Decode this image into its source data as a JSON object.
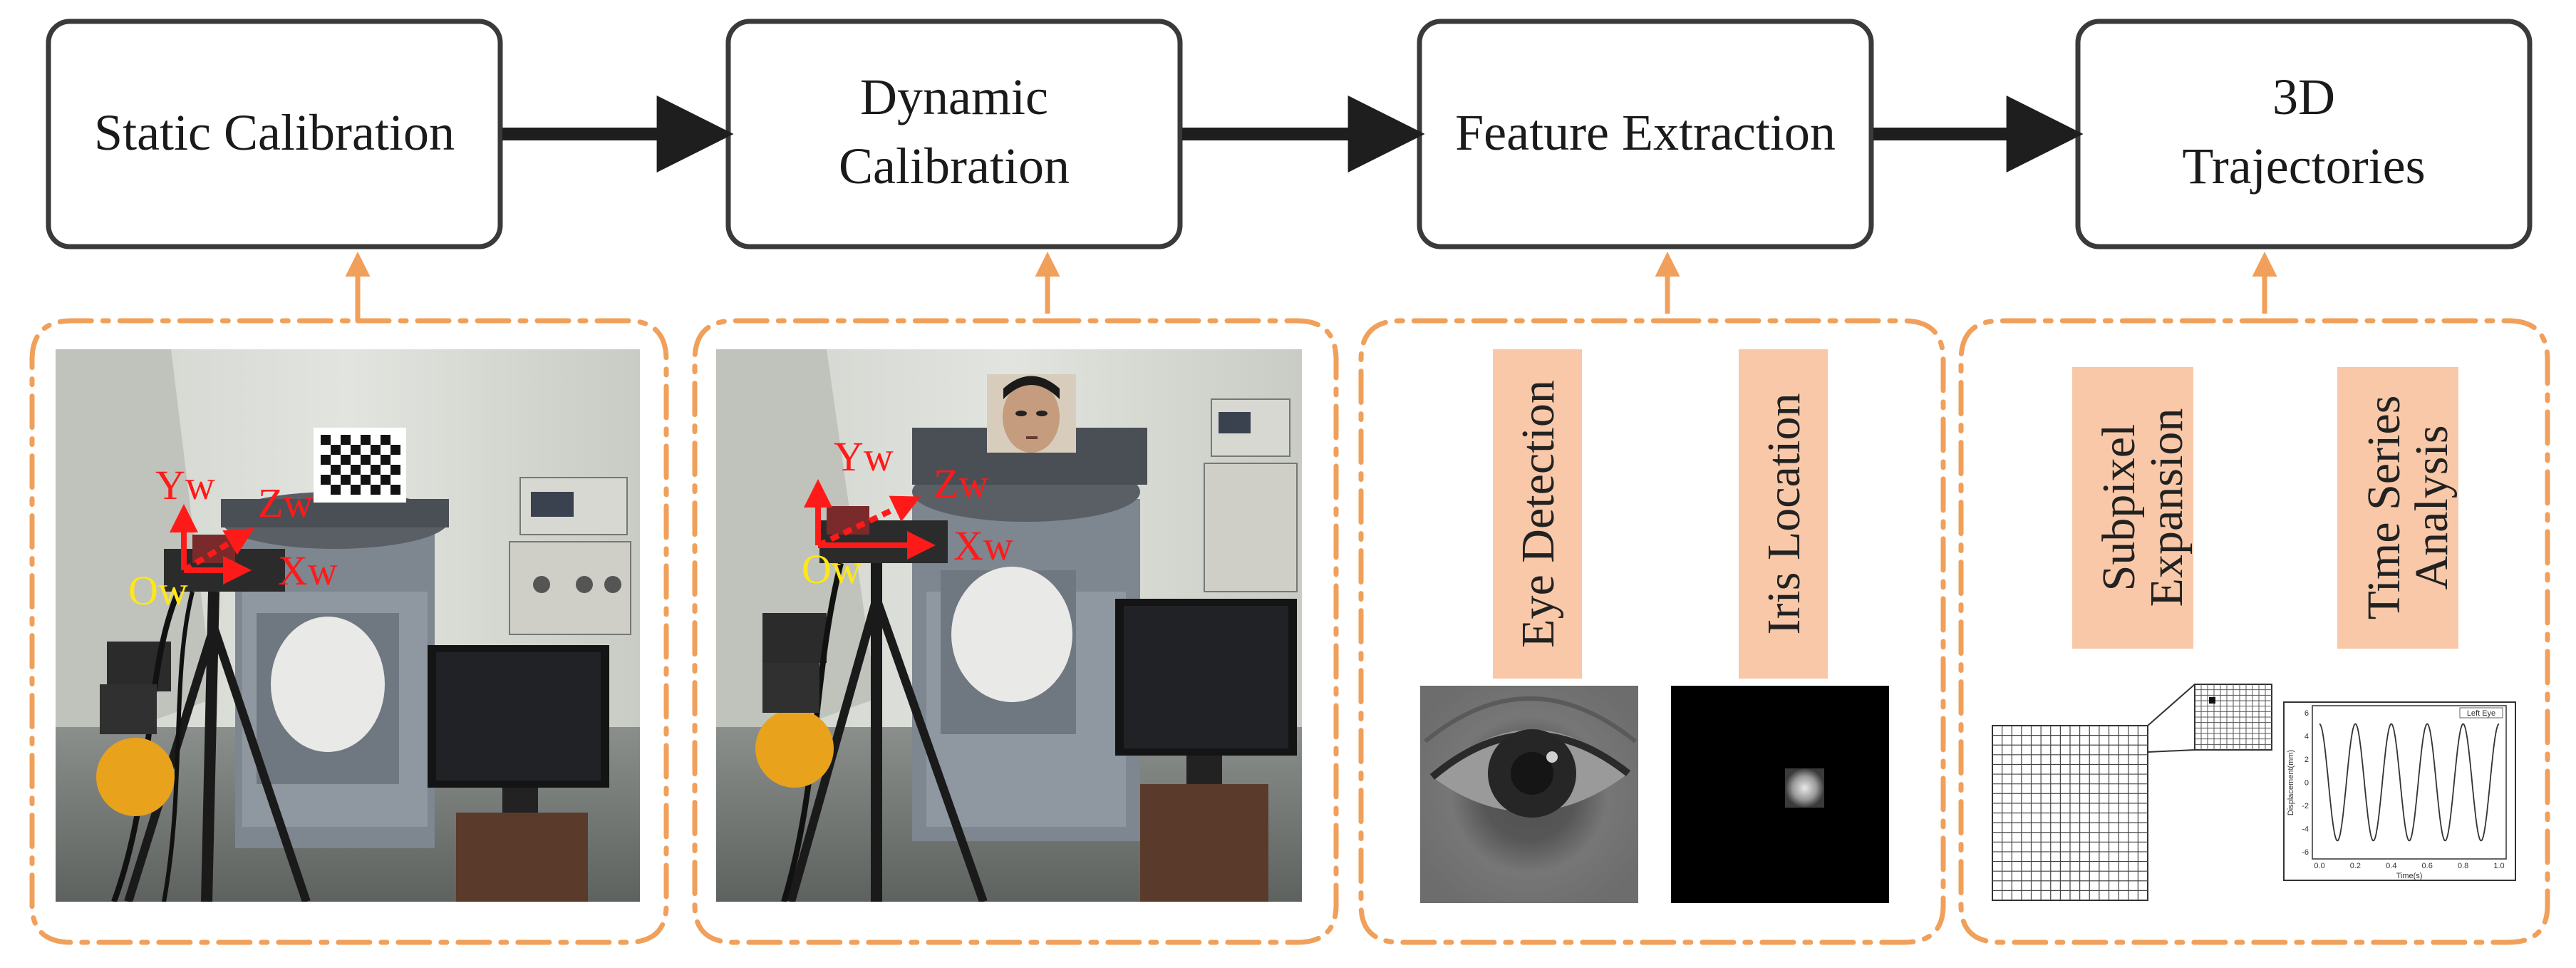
{
  "stages": [
    {
      "lines": [
        "Static Calibration"
      ]
    },
    {
      "lines": [
        "Dynamic",
        "Calibration"
      ]
    },
    {
      "lines": [
        "Feature Extraction"
      ]
    },
    {
      "lines": [
        "3D",
        "Trajectories"
      ]
    }
  ],
  "axes": {
    "yw": "Yw",
    "zw": "Zw",
    "xw": "Xw",
    "ow": "Ow"
  },
  "feature_labels": [
    "Eye Detection",
    "Iris Location"
  ],
  "analysis_labels": [
    {
      "lines": [
        "Subpixel",
        "Expansion"
      ]
    },
    {
      "lines": [
        "Time Series",
        "Analysis"
      ]
    }
  ],
  "mini_chart": {
    "legend": "Left Eye",
    "ylabel": "Displacement(mm)",
    "xlabel": "Time(s)",
    "xticks": [
      "0.0",
      "0.2",
      "0.4",
      "0.6",
      "0.8",
      "1.0"
    ],
    "yticks": [
      "6",
      "4",
      "2",
      "0",
      "-2",
      "-4",
      "-6"
    ]
  },
  "colors": {
    "accent": "#f0a05a",
    "label_fill": "#f8c8a8",
    "box_stroke": "#3a3a3a"
  }
}
